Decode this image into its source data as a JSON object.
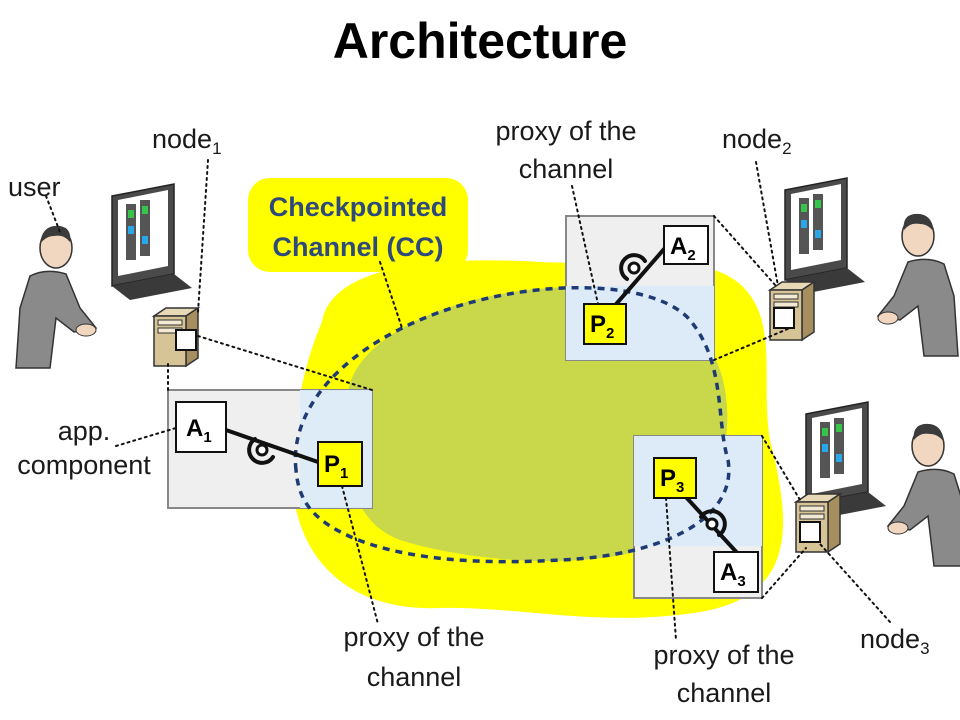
{
  "title": "Architecture",
  "labels": {
    "user": "user",
    "node": "node",
    "app_component_line1": "app.",
    "app_component_line2": "component",
    "proxy_line1": "proxy of the",
    "proxy_line2": "channel"
  },
  "cc_callout": {
    "line1": "Checkpointed",
    "line2": "Channel (CC)"
  },
  "components": [
    {
      "letter": "A",
      "index": "1"
    },
    {
      "letter": "A",
      "index": "2"
    },
    {
      "letter": "A",
      "index": "3"
    }
  ],
  "proxies": [
    {
      "letter": "P",
      "index": "1"
    },
    {
      "letter": "P",
      "index": "2"
    },
    {
      "letter": "P",
      "index": "3"
    }
  ],
  "node_indices": [
    "1",
    "2",
    "3"
  ],
  "colors": {
    "highlight": "#ffff00",
    "channel_fill": "#c9d84a",
    "node_panel": "#efefef",
    "proxy_panel": "#dcebf7",
    "proxy_box": "#ffff00",
    "dashed_channel": "#1f3b73",
    "cc_text": "#2e4a7a"
  },
  "icons": [
    "user-icon",
    "monitor-icon",
    "computer-tower-icon",
    "socket-icon"
  ]
}
